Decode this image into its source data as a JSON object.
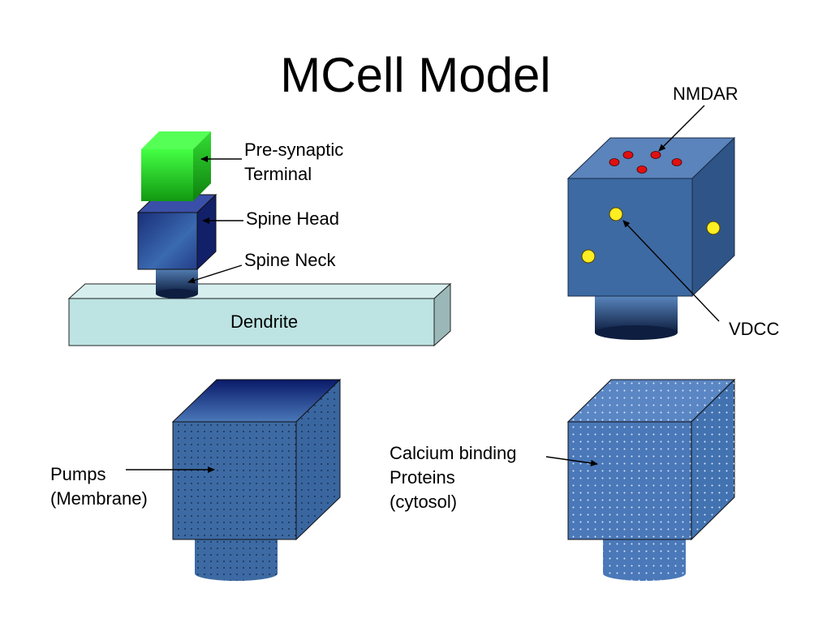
{
  "title": "MCell Model",
  "labels": {
    "presynaptic_line1": "Pre-synaptic",
    "presynaptic_line2": "Terminal",
    "spine_head": "Spine Head",
    "spine_neck": "Spine Neck",
    "dendrite": "Dendrite",
    "nmdar": "NMDAR",
    "vdcc": "VDCC",
    "pumps_line1": "Pumps",
    "pumps_line2": "(Membrane)",
    "cbp_line1": "Calcium binding",
    "cbp_line2": "Proteins",
    "cbp_line3": "(cytosol)"
  },
  "colors": {
    "presynaptic": "#22dd22",
    "spine_head": "#2a4a9a",
    "dendrite": "#bde3e3",
    "cube_blue": "#3d6aa3",
    "nmdar_dots": "#e01010",
    "vdcc_dots": "#ffee22"
  }
}
